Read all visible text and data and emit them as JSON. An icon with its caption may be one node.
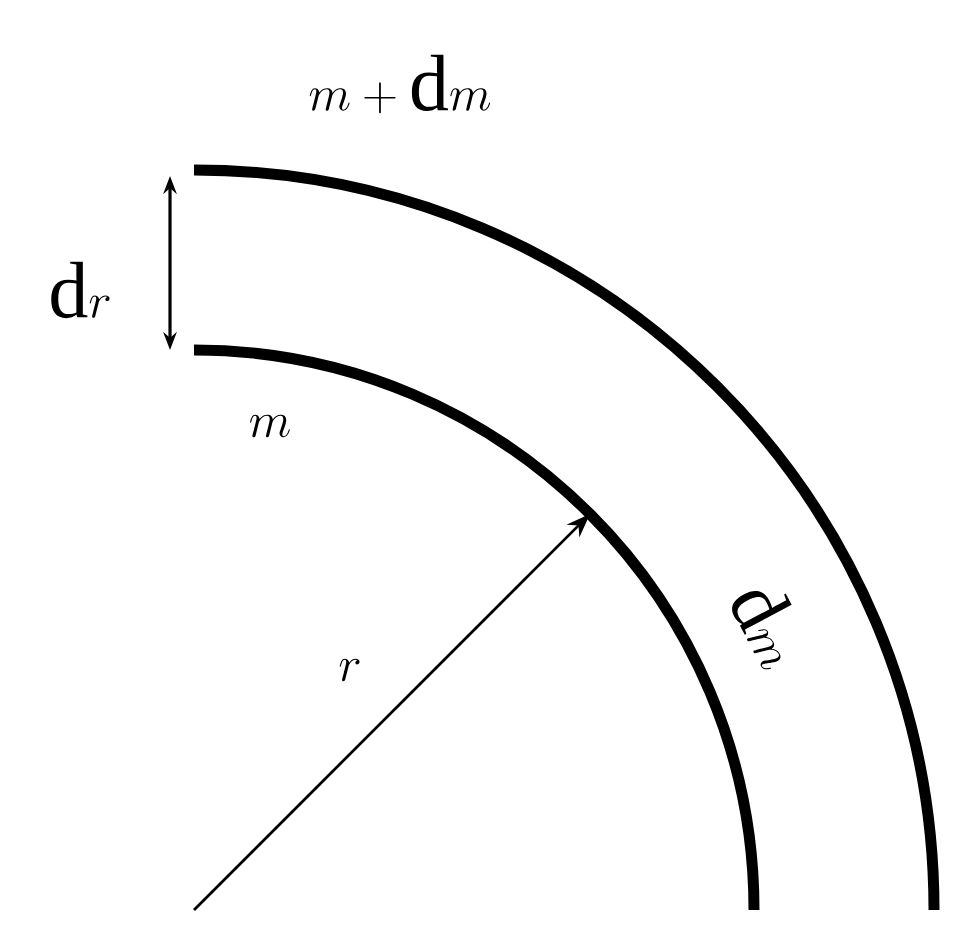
{
  "diagram": {
    "labels": [
      "m+\\mathrm{d}m",
      "\\mathrm{d}r",
      "m",
      "r",
      "\\mathrm{d}m"
    ]
  }
}
